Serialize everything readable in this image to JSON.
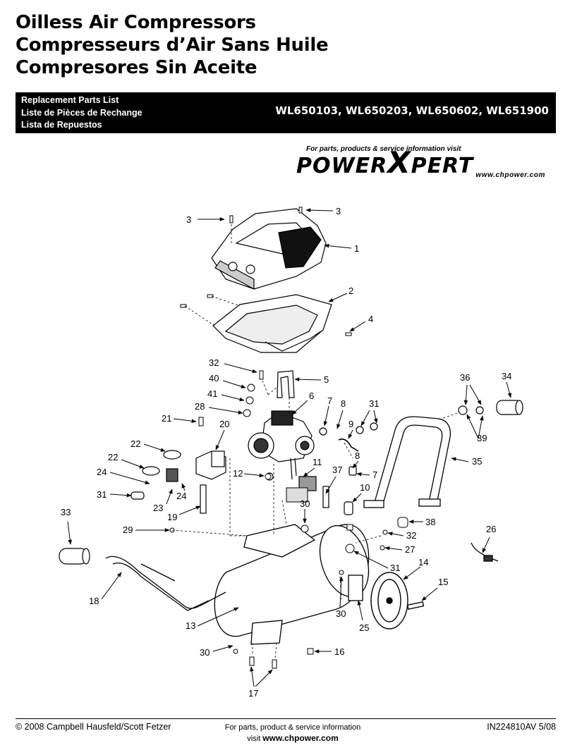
{
  "title": {
    "line1": "Oilless Air Compressors",
    "line2": "Compresseurs d’Air Sans Huile",
    "line3": "Compresores Sin Aceite"
  },
  "banner": {
    "list_en": "Replacement Parts List",
    "list_fr": "Liste de Pièces de Rechange",
    "list_es": "Lista de Repuestos",
    "models": "WL650103, WL650203, WL650602, WL651900"
  },
  "brand": {
    "tagline": "For parts, products & service information visit",
    "logo_a": "POWER",
    "logo_x": "X",
    "logo_b": "PERT",
    "url": "www.chpower.com"
  },
  "callouts": [
    "3",
    "3",
    "1",
    "2",
    "4",
    "32",
    "5",
    "40",
    "41",
    "28",
    "6",
    "7",
    "8",
    "31",
    "36",
    "34",
    "21",
    "20",
    "9",
    "39",
    "22",
    "8",
    "35",
    "22",
    "12",
    "11",
    "37",
    "7",
    "24",
    "10",
    "31",
    "24",
    "23",
    "30",
    "19",
    "38",
    "33",
    "29",
    "32",
    "26",
    "27",
    "31",
    "14",
    "15",
    "18",
    "30",
    "25",
    "13",
    "30",
    "16",
    "17"
  ],
  "footer": {
    "copyright": "© 2008 Campbell Hausfeld/Scott Fetzer",
    "info_text": "For parts, product & service information",
    "visit_prefix": "visit ",
    "visit_url": "www.chpower.com",
    "doc_id": "IN224810AV 5/08"
  }
}
